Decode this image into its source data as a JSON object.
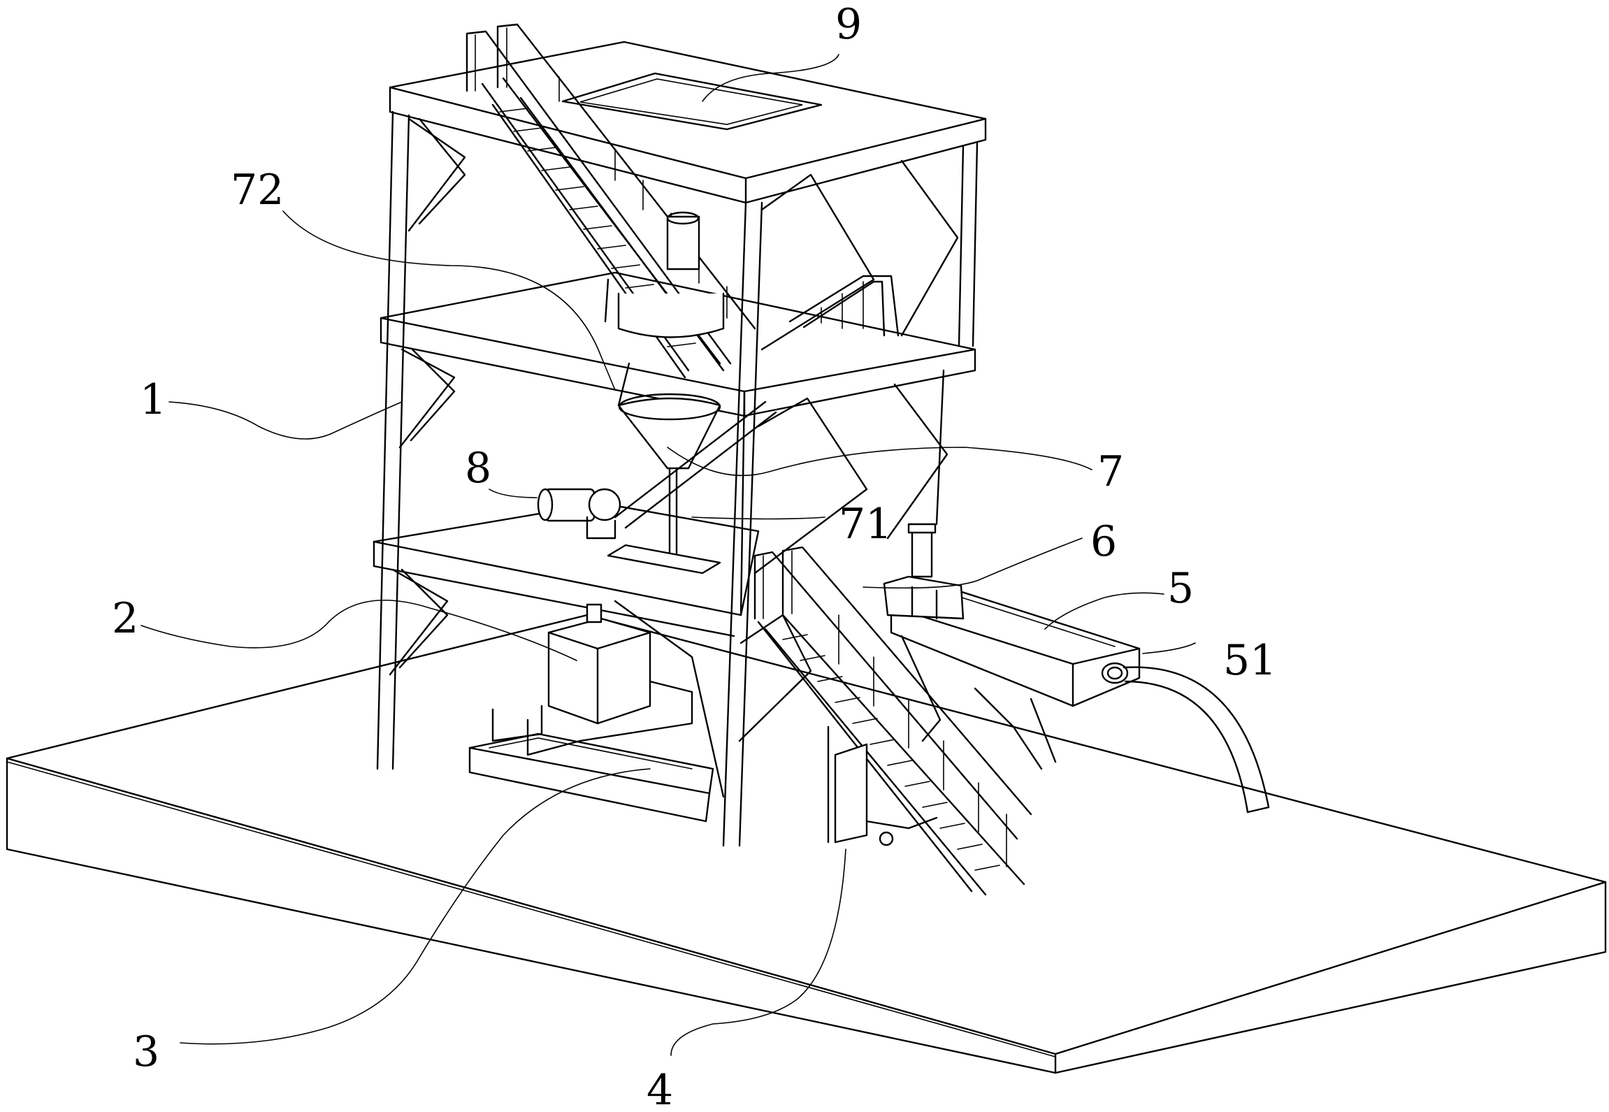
{
  "figure": {
    "labels": [
      {
        "id": "9",
        "text": "9"
      },
      {
        "id": "72",
        "text": "72"
      },
      {
        "id": "1",
        "text": "1"
      },
      {
        "id": "8",
        "text": "8"
      },
      {
        "id": "7",
        "text": "7"
      },
      {
        "id": "71",
        "text": "71"
      },
      {
        "id": "6",
        "text": "6"
      },
      {
        "id": "2",
        "text": "2"
      },
      {
        "id": "5",
        "text": "5"
      },
      {
        "id": "51",
        "text": "51"
      },
      {
        "id": "3",
        "text": "3"
      },
      {
        "id": "4",
        "text": "4"
      }
    ]
  }
}
